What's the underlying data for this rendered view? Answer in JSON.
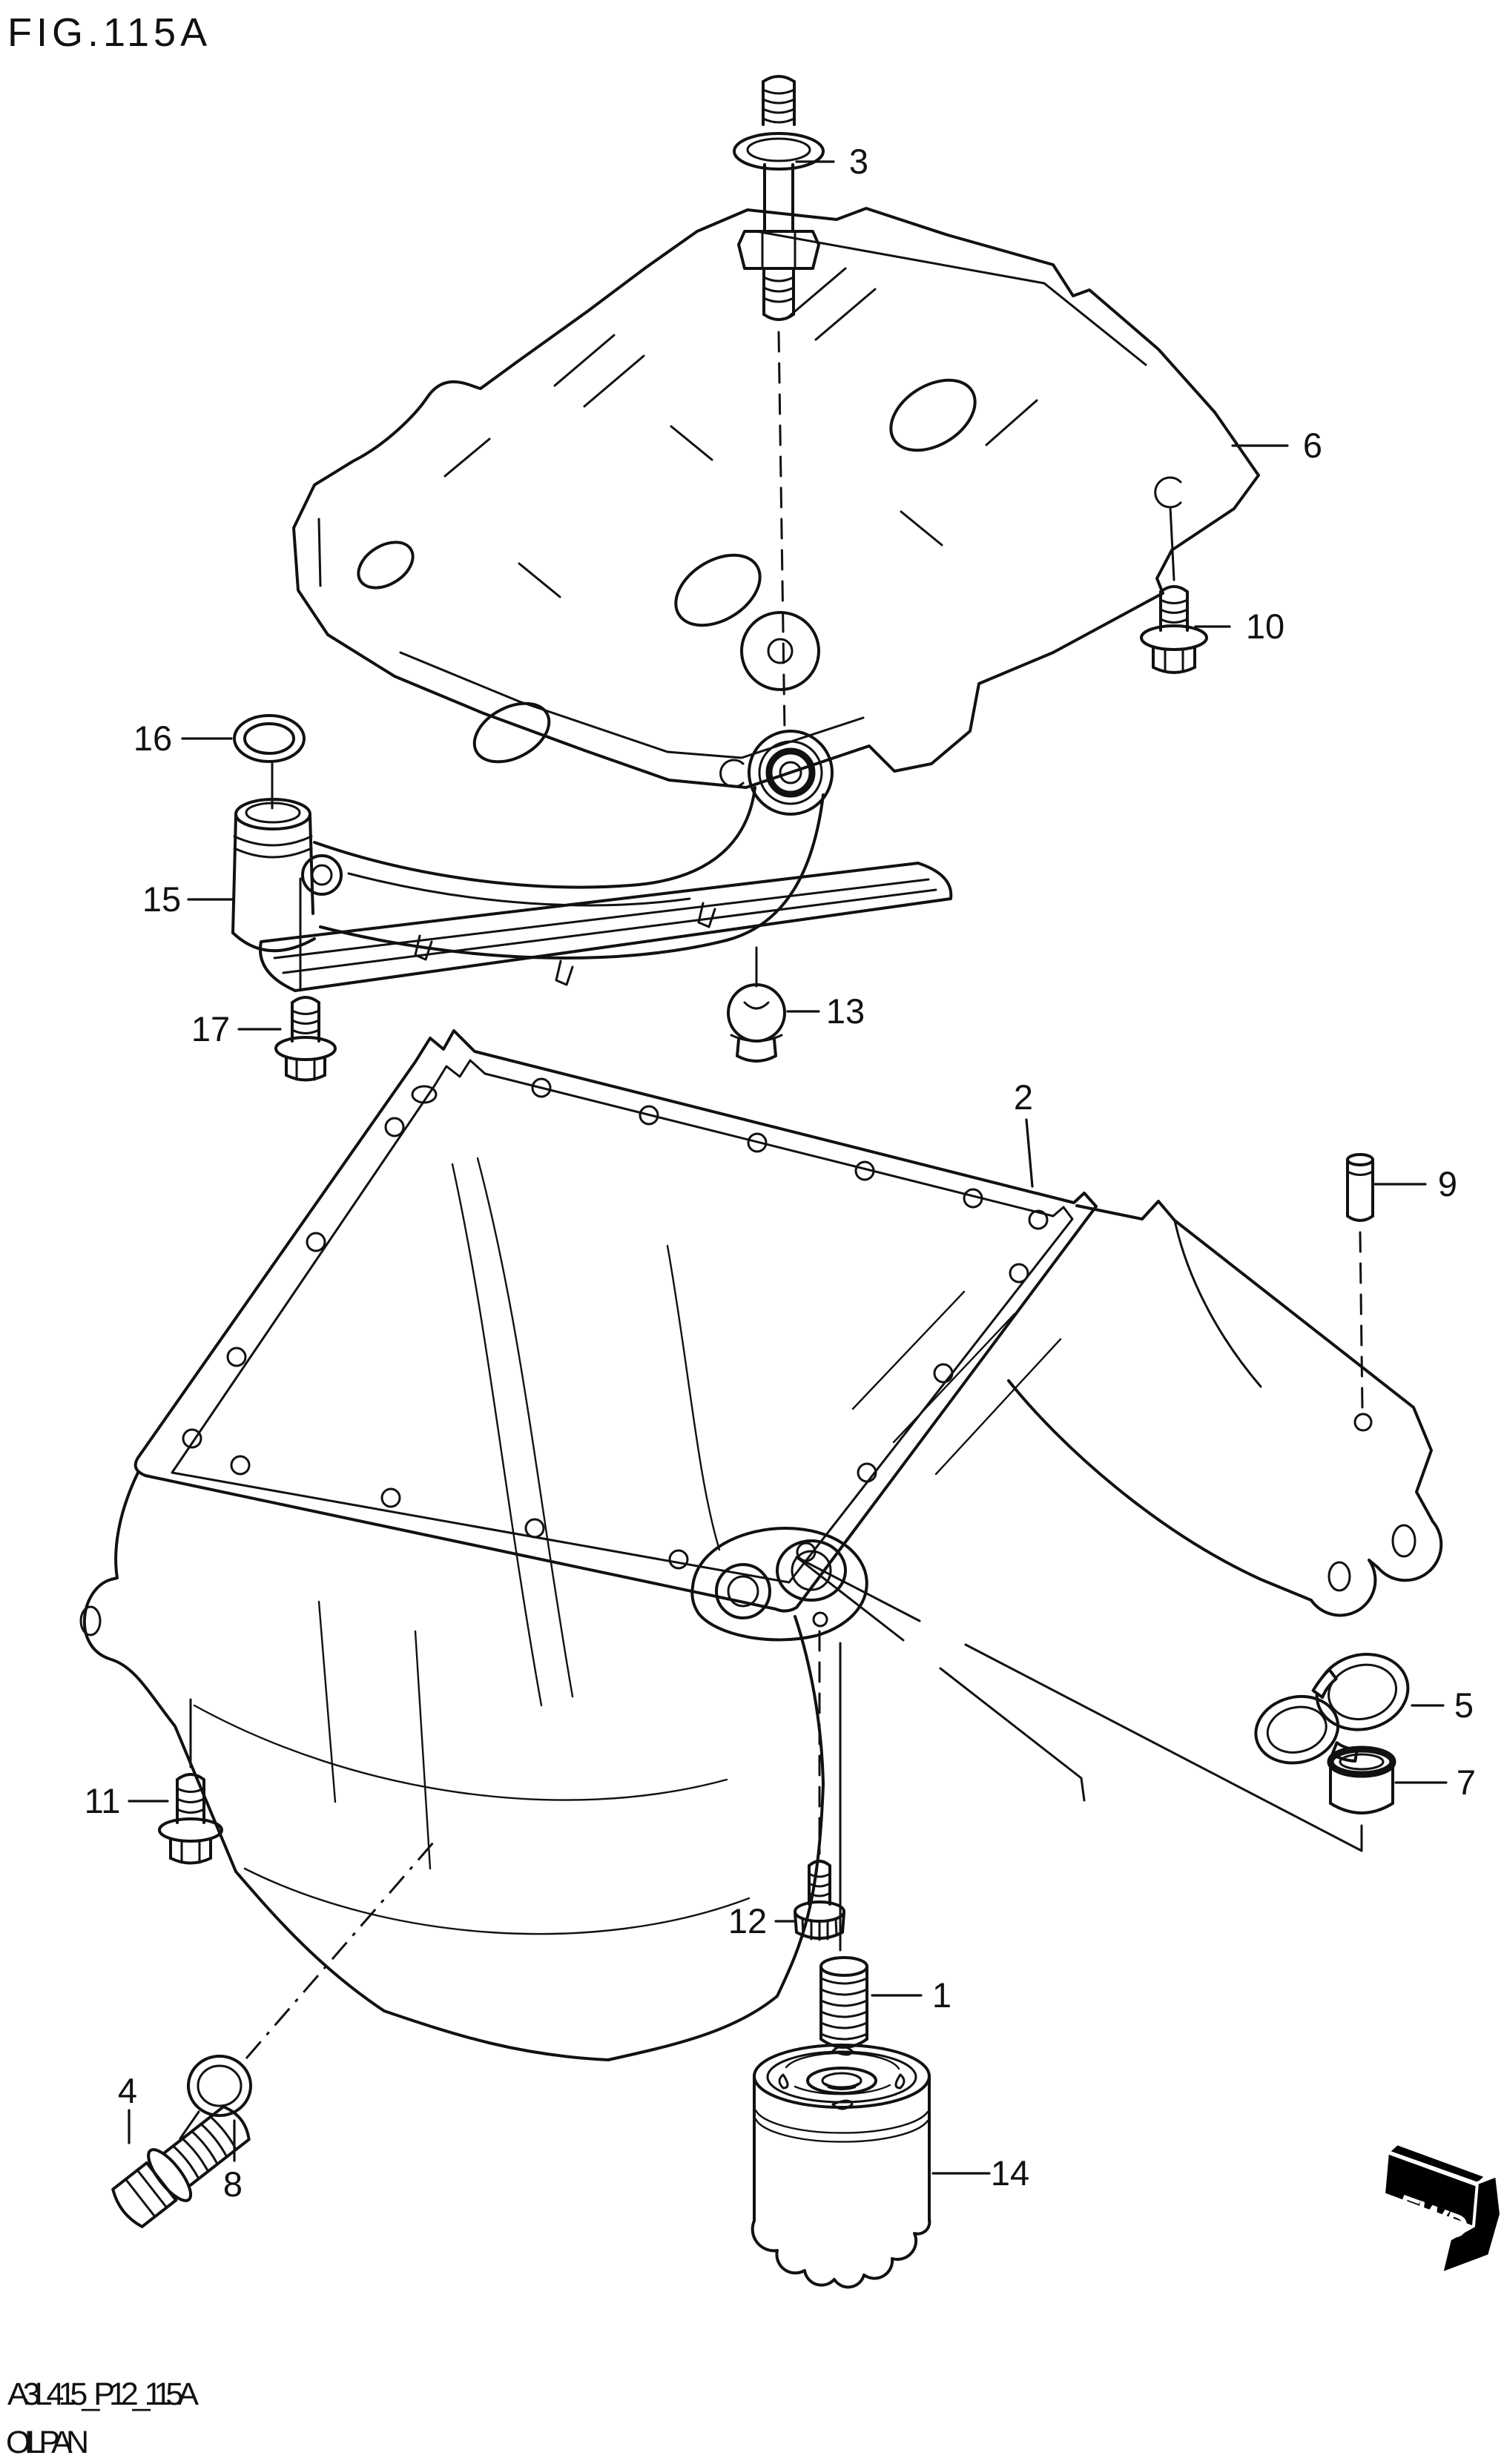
{
  "figure": {
    "title": "FIG.115A",
    "code": "A3L415_P12_115A",
    "caption": "OIL PAN"
  },
  "fwd": {
    "label": "FWD"
  },
  "colors": {
    "line": "#111111",
    "background": "#ffffff",
    "fwd_fill": "#000000"
  },
  "callouts": [
    {
      "label": "3"
    },
    {
      "label": "6"
    },
    {
      "label": "10"
    },
    {
      "label": "16"
    },
    {
      "label": "15"
    },
    {
      "label": "17"
    },
    {
      "label": "13"
    },
    {
      "label": "2"
    },
    {
      "label": "9"
    },
    {
      "label": "5"
    },
    {
      "label": "7"
    },
    {
      "label": "11"
    },
    {
      "label": "12"
    },
    {
      "label": "1"
    },
    {
      "label": "4"
    },
    {
      "label": "8"
    },
    {
      "label": "14"
    }
  ]
}
